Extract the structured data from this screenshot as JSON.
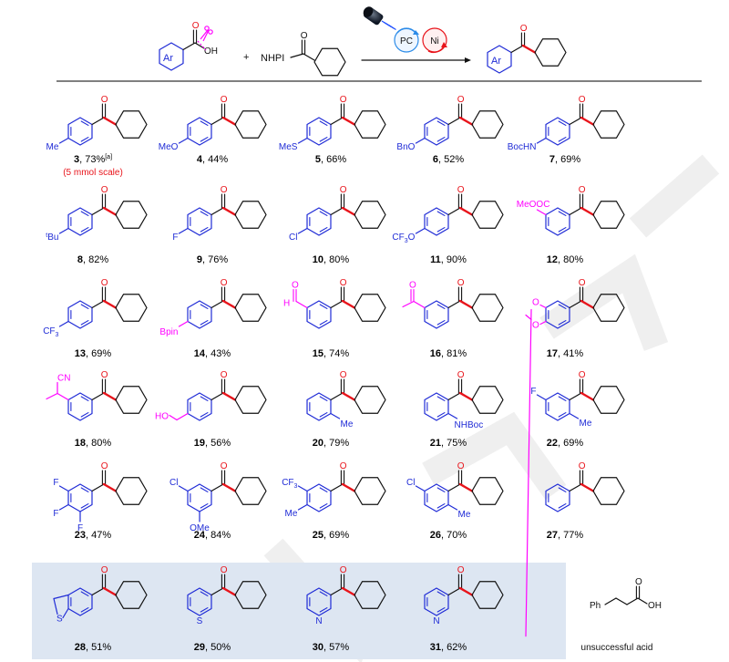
{
  "colors": {
    "bond": "#111111",
    "blue": "#1f2bd6",
    "red": "#e8141b",
    "magenta": "#ff00ff",
    "highlight": "#dde6f2",
    "pc": "#2b8be8",
    "ni": "#e8141b",
    "watermark": "#eeeeee"
  },
  "header": {
    "ar": "Ar",
    "oh": "OH",
    "plus": "+",
    "nhpi": "NHPI",
    "pc": "PC",
    "ni": "Ni",
    "o": "O"
  },
  "compounds": [
    {
      "num": "3",
      "yield": ", 73%",
      "sup": "[a]",
      "note": "(5 mmol scale)",
      "subs": [
        {
          "text": "Me",
          "color": "blue"
        }
      ]
    },
    {
      "num": "4",
      "yield": ", 44%",
      "subs": [
        {
          "text": "MeO",
          "color": "blue"
        }
      ]
    },
    {
      "num": "5",
      "yield": ", 66%",
      "subs": [
        {
          "text": "MeS",
          "color": "blue"
        }
      ]
    },
    {
      "num": "6",
      "yield": ", 52%",
      "subs": [
        {
          "text": "BnO",
          "color": "blue"
        }
      ]
    },
    {
      "num": "7",
      "yield": ", 69%",
      "subs": [
        {
          "text": "BocHN",
          "color": "blue"
        }
      ]
    },
    {
      "num": "8",
      "yield": ", 82%",
      "subs": [
        {
          "text": "tBu",
          "color": "blue"
        }
      ]
    },
    {
      "num": "9",
      "yield": ", 76%",
      "subs": [
        {
          "text": "F",
          "color": "blue"
        }
      ]
    },
    {
      "num": "10",
      "yield": ", 80%",
      "subs": [
        {
          "text": "Cl",
          "color": "blue"
        }
      ]
    },
    {
      "num": "11",
      "yield": ", 90%",
      "subs": [
        {
          "text": "CF3O",
          "color": "blue"
        }
      ]
    },
    {
      "num": "12",
      "yield": ", 80%",
      "subs": [
        {
          "text": "MeOOC",
          "color": "magenta"
        }
      ]
    },
    {
      "num": "13",
      "yield": ", 69%",
      "subs": [
        {
          "text": "CF3",
          "color": "blue"
        }
      ]
    },
    {
      "num": "14",
      "yield": ", 43%",
      "subs": [
        {
          "text": "Bpin",
          "color": "magenta"
        }
      ]
    },
    {
      "num": "15",
      "yield": ", 74%",
      "subs": [
        {
          "text": "O",
          "color": "magenta"
        },
        {
          "text": "H",
          "color": "magenta"
        }
      ]
    },
    {
      "num": "16",
      "yield": ", 81%",
      "subs": [
        {
          "text": "O",
          "color": "magenta"
        }
      ]
    },
    {
      "num": "17",
      "yield": ", 41%",
      "subs": [
        {
          "text": "O",
          "color": "magenta"
        },
        {
          "text": "O",
          "color": "magenta"
        }
      ]
    },
    {
      "num": "18",
      "yield": ", 80%",
      "subs": [
        {
          "text": "CN",
          "color": "magenta"
        }
      ]
    },
    {
      "num": "19",
      "yield": ", 56%",
      "subs": [
        {
          "text": "HO",
          "color": "magenta"
        }
      ]
    },
    {
      "num": "20",
      "yield": ", 79%",
      "subs": [
        {
          "text": "Me",
          "color": "blue"
        }
      ]
    },
    {
      "num": "21",
      "yield": ", 75%",
      "subs": [
        {
          "text": "NHBoc",
          "color": "blue"
        }
      ]
    },
    {
      "num": "22",
      "yield": ", 69%",
      "subs": [
        {
          "text": "F",
          "color": "blue"
        },
        {
          "text": "Me",
          "color": "blue"
        }
      ]
    },
    {
      "num": "23",
      "yield": ", 47%",
      "subs": [
        {
          "text": "F",
          "color": "blue"
        },
        {
          "text": "F",
          "color": "blue"
        },
        {
          "text": "F",
          "color": "blue"
        }
      ]
    },
    {
      "num": "24",
      "yield": ", 84%",
      "subs": [
        {
          "text": "Cl",
          "color": "blue"
        },
        {
          "text": "OMe",
          "color": "blue"
        }
      ]
    },
    {
      "num": "25",
      "yield": ", 69%",
      "subs": [
        {
          "text": "CF3",
          "color": "blue"
        },
        {
          "text": "Me",
          "color": "blue"
        }
      ]
    },
    {
      "num": "26",
      "yield": ", 70%",
      "subs": [
        {
          "text": "Cl",
          "color": "blue"
        },
        {
          "text": "Me",
          "color": "blue"
        }
      ]
    },
    {
      "num": "27",
      "yield": ", 77%",
      "subs": []
    },
    {
      "num": "28",
      "yield": ", 51%",
      "subs": [
        {
          "text": "S",
          "color": "blue"
        }
      ]
    },
    {
      "num": "29",
      "yield": ", 50%",
      "subs": [
        {
          "text": "S",
          "color": "blue"
        }
      ]
    },
    {
      "num": "30",
      "yield": ", 57%",
      "subs": [
        {
          "text": "N",
          "color": "blue"
        }
      ]
    },
    {
      "num": "31",
      "yield": ", 62%",
      "subs": [
        {
          "text": "N",
          "color": "blue"
        }
      ]
    }
  ],
  "unsuccessful": {
    "label": "unsuccessful acid",
    "ph": "Ph",
    "o": "O",
    "oh": "OH"
  }
}
